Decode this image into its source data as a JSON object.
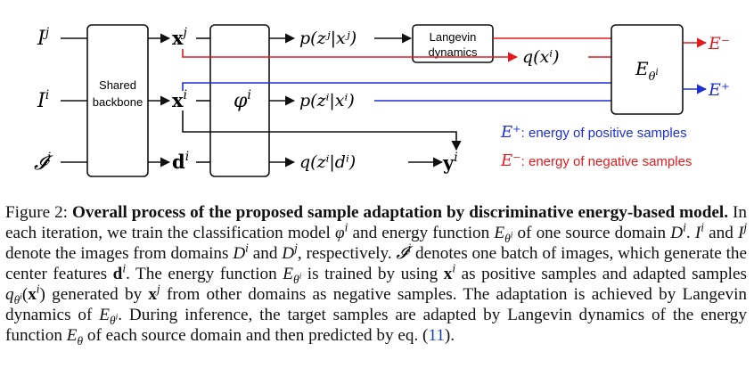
{
  "colors": {
    "red": "#e41a1c",
    "blue": "#1f2fd6",
    "ink": "#111111"
  },
  "diagram": {
    "inputs": {
      "Ij": "I",
      "Ii": "I",
      "Ti": "𝓘",
      "sup_j": "j",
      "sup_i": "i"
    },
    "boxes": {
      "backbone_line1": "Shared",
      "backbone_line2": "backbone",
      "phi": "φ",
      "langevin_line1": "Langevin",
      "langevin_line2": "dynamics",
      "energy": "E"
    },
    "features": {
      "xj": "x",
      "xi": "x",
      "di": "d",
      "yi": "y"
    },
    "outputs": {
      "p_zj_xj": "p(zʲ|xʲ)",
      "p_zi_xi": "p(zⁱ|xⁱ)",
      "q_zi_di": "q(zⁱ|dⁱ)",
      "q_xi": "q(xⁱ)"
    },
    "energies": {
      "neg": "E⁻",
      "pos": "E⁺"
    },
    "legend": {
      "pos": ": energy of positive samples",
      "neg": ": energy of negative samples"
    }
  },
  "caption": {
    "label": "Figure 2:",
    "bold": "Overall process of the proposed sample adaptation by discriminative energy-based model.",
    "s1a": "In each iteration, we train the classification model",
    "s1b": "and energy function",
    "s1c": "of one source domain",
    "s2a": "and",
    "s2b": "denote the images from domains",
    "s2c": "and",
    "s2d": ", respectively.",
    "s2e": "denotes one batch of images, which generate the center features",
    "s3a": ". The energy function",
    "s3b": "is trained by using",
    "s3c": "as positive samples and adapted samples",
    "s3d": "generated by",
    "s3e": "from other domains as negative samples. The adaptation is achieved by Langevin dynamics of",
    "s4a": ". During inference, the target samples are adapted by Langevin dynamics of the energy function",
    "s4b": "of each source domain and then predicted by eq. (",
    "eq_ref": "11",
    "s4c": ")."
  }
}
